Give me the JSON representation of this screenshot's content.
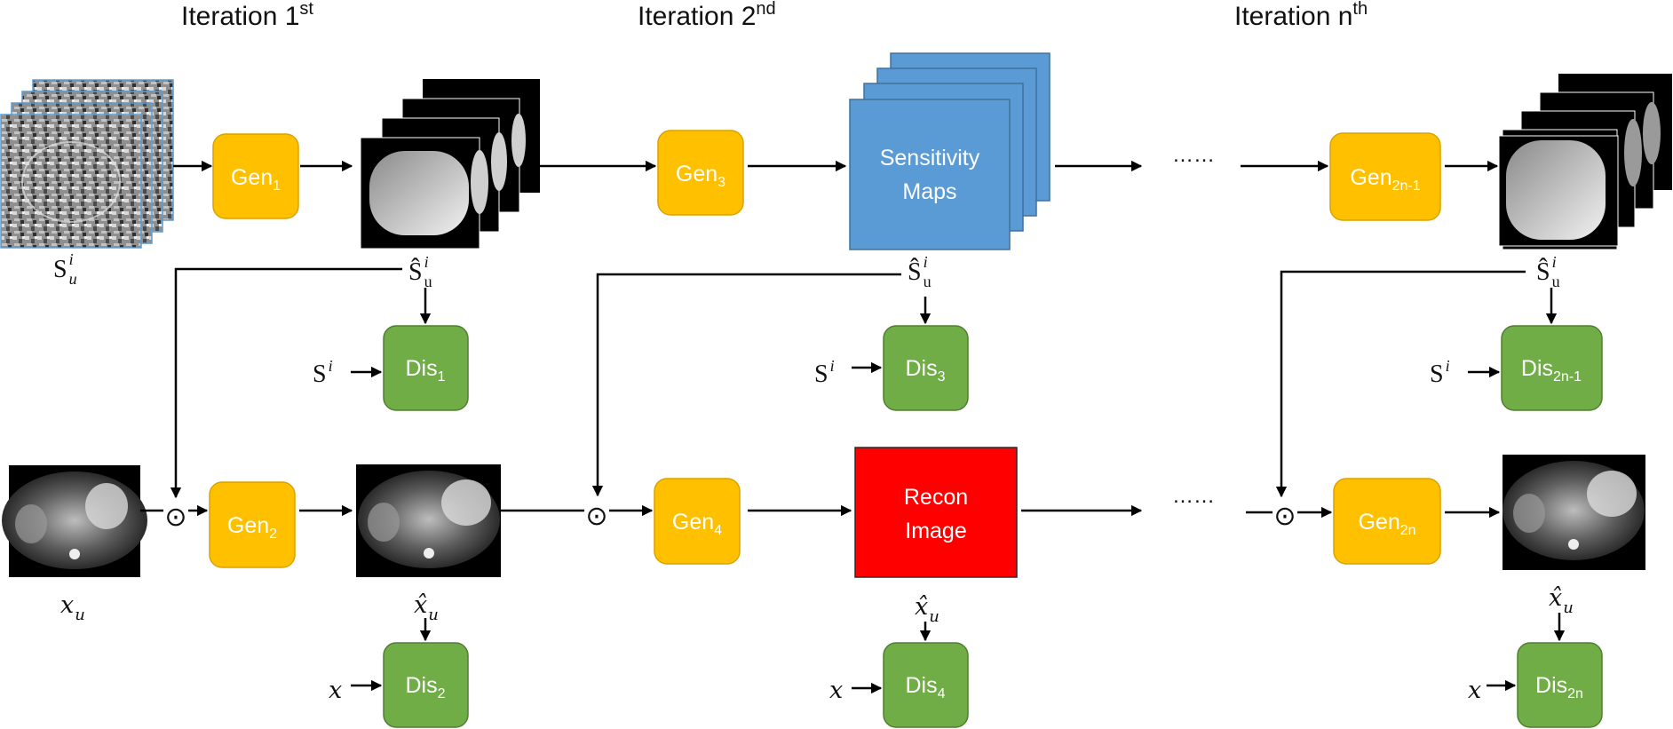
{
  "iterations": {
    "first": {
      "base": "Iteration 1",
      "sup": "st"
    },
    "second": {
      "base": "Iteration 2",
      "sup": "nd"
    },
    "nth": {
      "base": "Iteration n",
      "sup": "th"
    }
  },
  "generators": {
    "gen1": {
      "base": "Gen",
      "sub": "1"
    },
    "gen2": {
      "base": "Gen",
      "sub": "2"
    },
    "gen3": {
      "base": "Gen",
      "sub": "3"
    },
    "gen4": {
      "base": "Gen",
      "sub": "4"
    },
    "gen2n_1": {
      "base": "Gen",
      "sub": "2n-1"
    },
    "gen2n": {
      "base": "Gen",
      "sub": "2n"
    }
  },
  "discriminators": {
    "dis1": {
      "base": "Dis",
      "sub": "1"
    },
    "dis2": {
      "base": "Dis",
      "sub": "2"
    },
    "dis3": {
      "base": "Dis",
      "sub": "3"
    },
    "dis4": {
      "base": "Dis",
      "sub": "4"
    },
    "dis2n_1": {
      "base": "Dis",
      "sub": "2n-1"
    },
    "dis2n": {
      "base": "Dis",
      "sub": "2n"
    }
  },
  "blocks": {
    "sensitivity_line1": "Sensitivity",
    "sensitivity_line2": "Maps",
    "recon_line1": "Recon",
    "recon_line2": "Image"
  },
  "symbols": {
    "s_u": {
      "base": "S",
      "sub": "u",
      "sup": "i"
    },
    "s_hat_u": {
      "base": "Ŝ",
      "sub": "u",
      "sup": "i"
    },
    "s_i": {
      "base": "S",
      "sup": "i"
    },
    "x_u": {
      "base": "x",
      "sub": "u"
    },
    "x_hat_u": {
      "base": "x̂",
      "sub": "u"
    },
    "x": "x",
    "odot": "⊙",
    "ellipsis": "……"
  },
  "colors": {
    "generator": "#FFC000",
    "generator_border": "#D9A300",
    "discriminator": "#70AD47",
    "discriminator_border": "#507E32",
    "sensitivity": "#5B9BD5",
    "sensitivity_border": "#41719C",
    "recon": "#FF0000"
  }
}
